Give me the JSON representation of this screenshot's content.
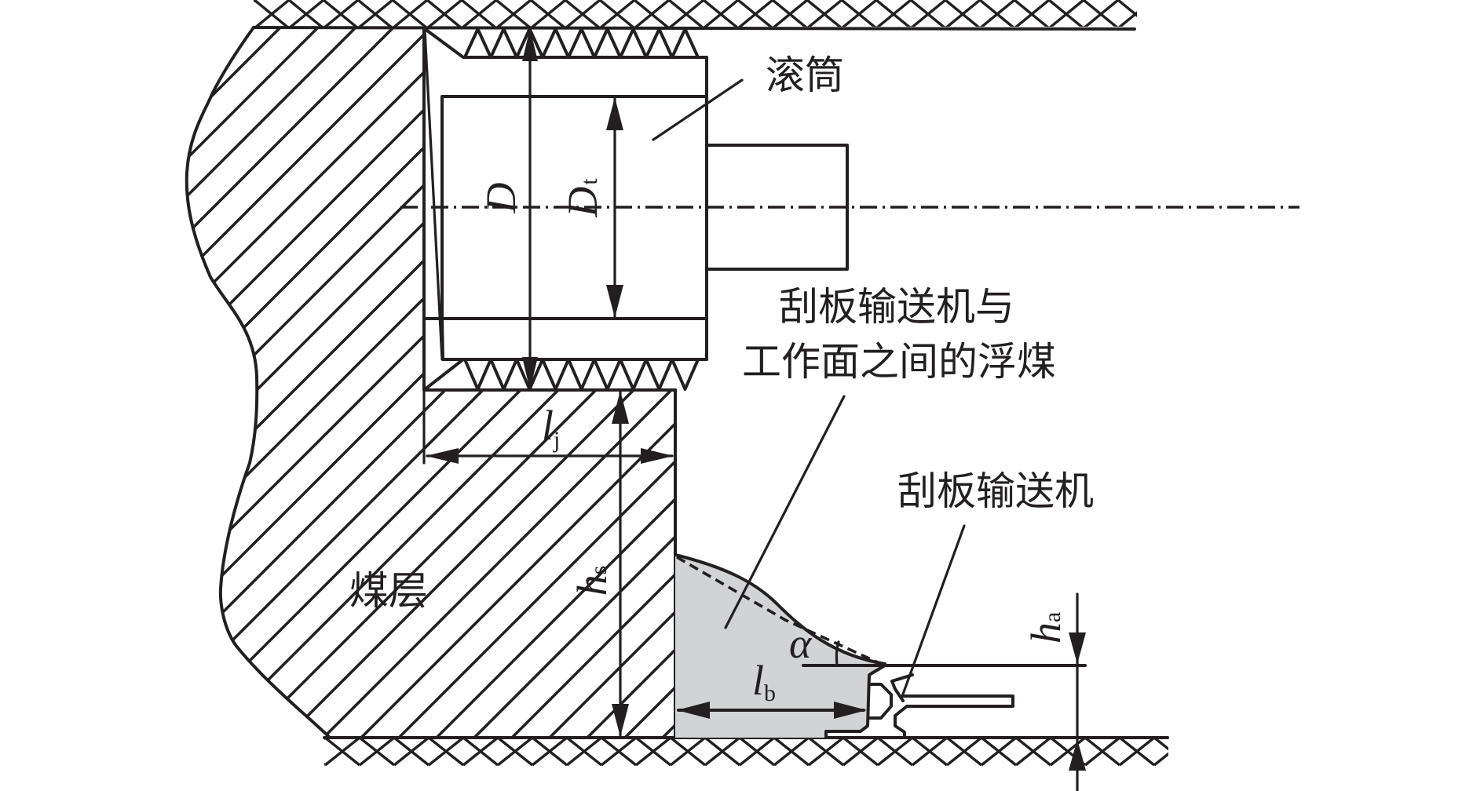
{
  "figure": {
    "type": "cross-section schematic",
    "subject": "shearer drum, coal seam and scraper conveyor with float coal"
  },
  "labels": {
    "drum": "滚筒",
    "float_coal_line1": "刮板输送机与",
    "float_coal_line2": "工作面之间的浮煤",
    "conveyor": "刮板输送机",
    "coal_seam": "煤层"
  },
  "dimensions": {
    "D": {
      "symbol": "D",
      "subscript": ""
    },
    "Dt": {
      "symbol": "D",
      "subscript": "t"
    },
    "lj": {
      "symbol": "l",
      "subscript": "j"
    },
    "hs": {
      "symbol": "h",
      "subscript": "s"
    },
    "lb": {
      "symbol": "l",
      "subscript": "b"
    },
    "ha": {
      "symbol": "h",
      "subscript": "a"
    },
    "alpha": {
      "symbol": "α",
      "subscript": ""
    }
  },
  "colors": {
    "line": "#231f20",
    "float_coal_fill": "#d1d3d4",
    "background": "#ffffff"
  }
}
